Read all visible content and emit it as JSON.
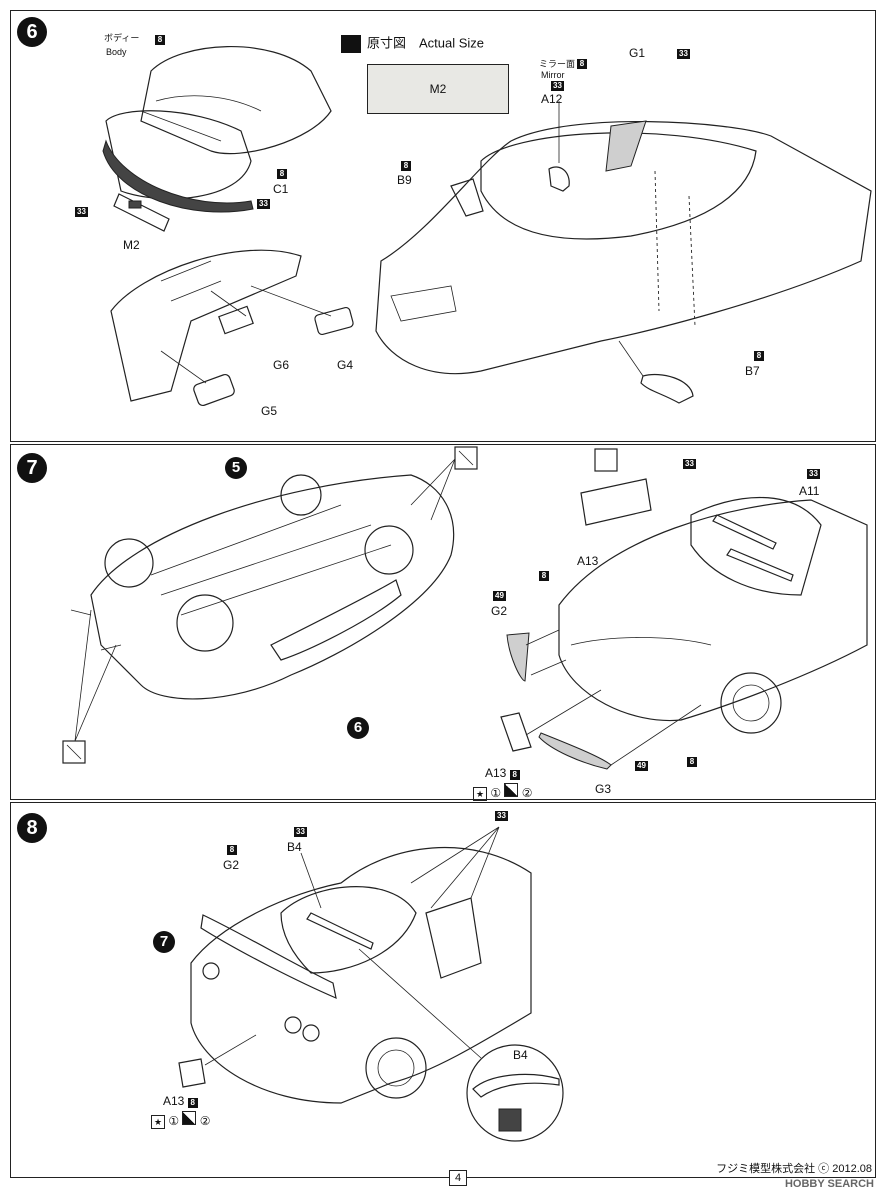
{
  "steps": [
    {
      "number": "6"
    },
    {
      "number": "7"
    },
    {
      "number": "8"
    }
  ],
  "step6": {
    "actual_size_label": "原寸図　Actual Size",
    "m2_box_label": "M2",
    "body_ja": "ボディー",
    "body_en": "Body",
    "mirror_ja": "ミラー面",
    "mirror_en": "Mirror",
    "parts": {
      "a12": "A12",
      "g1": "G1",
      "b9": "B9",
      "c1": "C1",
      "m2": "M2",
      "g6": "G6",
      "g4": "G4",
      "g5": "G5",
      "b7": "B7"
    },
    "badges": {
      "c8": "8",
      "c33": "33"
    }
  },
  "step7": {
    "ref5": "5",
    "ref6": "6",
    "parts": {
      "a13_top": "A13",
      "a11": "A11",
      "g2": "G2",
      "a13": "A13",
      "g3": "G3"
    },
    "badges": {
      "c8": "8",
      "c33": "33",
      "c49": "49"
    },
    "marks": {
      "one": "①",
      "two": "②"
    }
  },
  "step8": {
    "ref7": "7",
    "parts": {
      "g2": "G2",
      "b4": "B4",
      "b4_detail": "B4",
      "a13": "A13"
    },
    "badges": {
      "c8": "8",
      "c33": "33"
    },
    "marks": {
      "one": "①",
      "two": "②"
    }
  },
  "footer": {
    "page_number": "4",
    "copyright": "フジミ模型株式会社 ⓒ 2012.08",
    "watermark": "HOBBY SEARCH"
  }
}
